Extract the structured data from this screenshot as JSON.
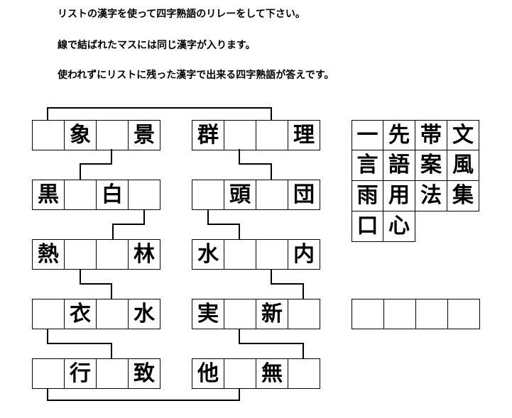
{
  "instructions": [
    "リストの漢字を使って四字熟語のリレーをして下さい。",
    "線で結ばれたマスには同じ漢字が入ります。",
    "使われずにリストに残った漢字で出来る四字熟語が答えです。"
  ],
  "grid_left": [
    [
      "",
      "象",
      "",
      "景"
    ],
    [
      "黒",
      "",
      "白",
      ""
    ],
    [
      "熱",
      "",
      "",
      "林"
    ],
    [
      "",
      "衣",
      "",
      "水"
    ],
    [
      "",
      "行",
      "",
      "致"
    ]
  ],
  "grid_right": [
    [
      "群",
      "",
      "",
      "理"
    ],
    [
      "",
      "頭",
      "",
      "団"
    ],
    [
      "水",
      "",
      "",
      "内"
    ],
    [
      "実",
      "",
      "新",
      ""
    ],
    [
      "他",
      "",
      "無",
      ""
    ]
  ],
  "kanji_list": [
    "一",
    "先",
    "帯",
    "文",
    "言",
    "語",
    "案",
    "風",
    "雨",
    "用",
    "法",
    "集",
    "口",
    "心"
  ],
  "answer": [
    "",
    "",
    "",
    ""
  ]
}
